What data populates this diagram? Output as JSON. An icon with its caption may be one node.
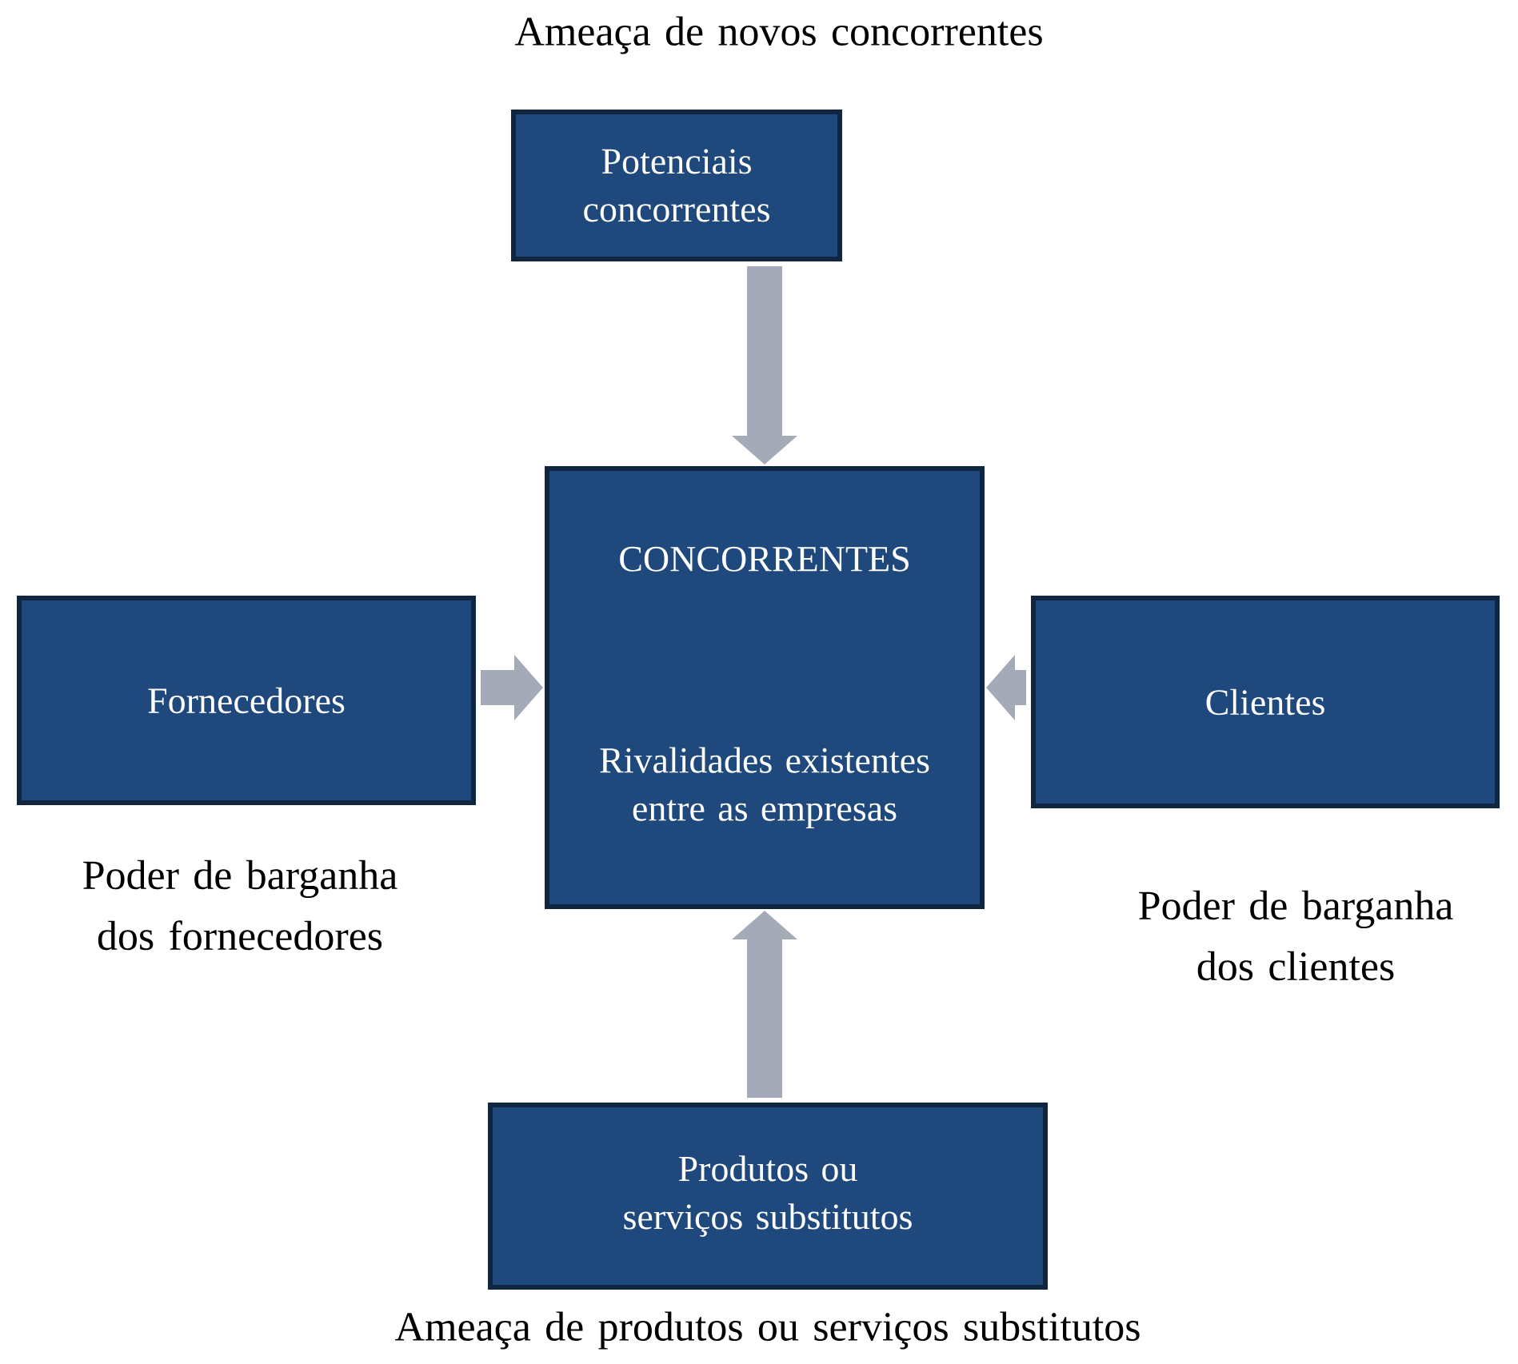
{
  "diagram": {
    "nodes": [
      {
        "text": [
          "Potenciais concorrentes"
        ],
        "beside": [
          "Ameaça de novos concorrentes"
        ]
      },
      {
        "text": [
          "CONCORRENTES",
          "Rivalidades existentes entre as empresas"
        ]
      },
      {
        "text": [
          "Fornecedores"
        ],
        "beside": [
          "Poder de barganha dos fornecedores"
        ]
      },
      {
        "text": [
          "Clientes"
        ],
        "beside": [
          "Poder de barganha dos clientes"
        ]
      },
      {
        "text": [
          "Produtos ou serviços substitutos"
        ],
        "beside": [
          "Ameaça de produtos ou serviços substitutos"
        ]
      }
    ],
    "edges": [
      {
        "from": 0,
        "to": 1,
        "arrow": "to"
      },
      {
        "from": 2,
        "to": 1,
        "arrow": "to"
      },
      {
        "from": 3,
        "to": 1,
        "arrow": "to"
      },
      {
        "from": 4,
        "to": 1,
        "arrow": "to"
      }
    ]
  }
}
